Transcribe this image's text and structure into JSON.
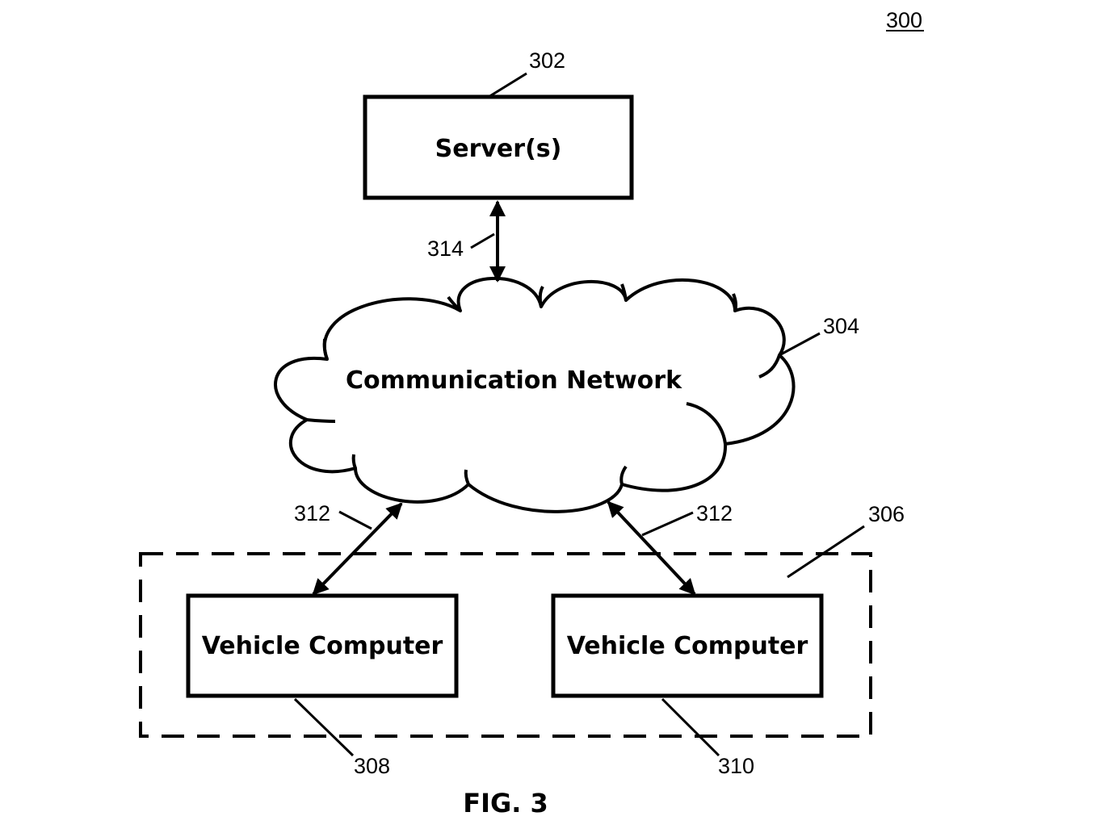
{
  "figure": {
    "number_label": "300",
    "caption": "FIG. 3"
  },
  "server": {
    "label": "Server(s)",
    "ref": "302"
  },
  "network": {
    "label": "Communication Network",
    "ref": "304"
  },
  "vehicle_group": {
    "ref": "306"
  },
  "vehicle_computer_left": {
    "label": "Vehicle Computer",
    "ref": "308"
  },
  "vehicle_computer_right": {
    "label": "Vehicle Computer",
    "ref": "310"
  },
  "links": {
    "vehicle_network_left_ref": "312",
    "vehicle_network_right_ref": "312",
    "server_network_ref": "314"
  }
}
